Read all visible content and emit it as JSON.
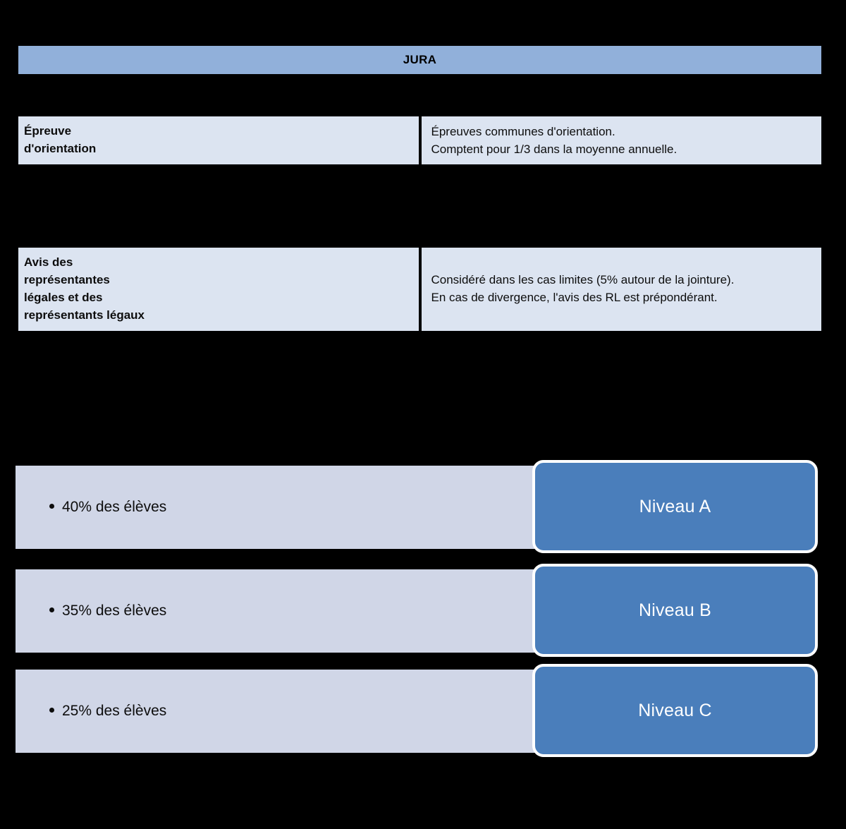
{
  "table": {
    "title": "JURA",
    "rows": [
      {
        "kind": "blank",
        "label": "",
        "body": ""
      },
      {
        "kind": "content",
        "label": "Épreuve d'orientation",
        "label_lines": [
          "Épreuve",
          "d'orientation"
        ],
        "body_lines": [
          "Épreuves communes d'orientation.",
          "Comptent pour 1/3 dans la moyenne annuelle."
        ]
      },
      {
        "kind": "blank",
        "label": "",
        "body": ""
      },
      {
        "kind": "content",
        "label": "Avis des représentantes légales et des représentants légaux",
        "label_lines": [
          "Avis des",
          "représentantes",
          "légales et des",
          "représentants légaux"
        ],
        "body_lines": [
          "Considéré dans les cas limites (5% autour de la jointure).",
          "En cas de divergence, l'avis des RL est prépondérant."
        ]
      }
    ]
  },
  "levels": [
    {
      "share_label": "40% des élèves",
      "level_label": "Niveau A"
    },
    {
      "share_label": "35% des élèves",
      "level_label": "Niveau B"
    },
    {
      "share_label": "25% des élèves",
      "level_label": "Niveau C"
    }
  ],
  "colors": {
    "header_blue": "#91B0DA",
    "cell_light_blue": "#DCE4F1",
    "bar_lavender": "#D0D6E7",
    "chip_blue": "#4A7EBB",
    "chip_border": "#FFFFFF",
    "background": "#000000",
    "text": "#0D0D0D"
  }
}
